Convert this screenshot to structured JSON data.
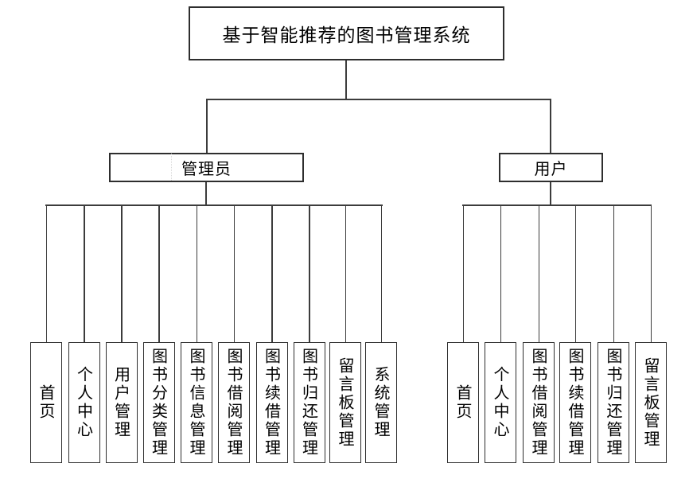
{
  "diagram": {
    "title": "基于智能推荐的图书管理系统",
    "branches": [
      {
        "label": "管理员",
        "children": [
          "首页",
          "个人中心",
          "用户管理",
          "图书分类管理",
          "图书信息管理",
          "图书借阅管理",
          "图书续借管理",
          "图书归还管理",
          "留言板管理",
          "系统管理"
        ]
      },
      {
        "label": "用户",
        "children": [
          "首页",
          "个人中心",
          "图书借阅管理",
          "图书续借管理",
          "图书归还管理",
          "留言板管理"
        ]
      }
    ],
    "colors": {
      "line": "#3c3c3c",
      "box_border": "#2e2e2e",
      "text": "#000000",
      "background": "#ffffff"
    }
  }
}
